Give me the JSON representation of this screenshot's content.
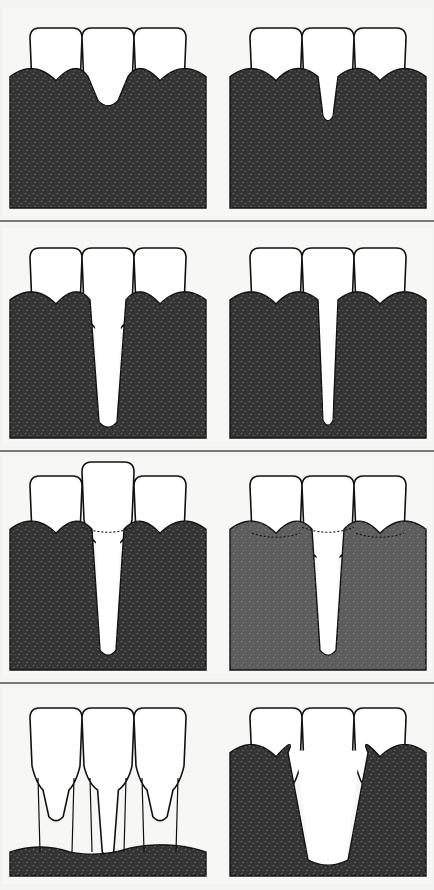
{
  "figure": {
    "panel_count": 4,
    "colors": {
      "page": "#f3f3f1",
      "panel_bg": "#f7f7f5",
      "divider": "#7a7a78",
      "gum_dark": "#333333",
      "gum_medium": "#5c5c5c",
      "gum_speckle": "#9a9a9a",
      "tooth_fill": "#ffffff",
      "outline": "#111111"
    },
    "panels": [
      {
        "row": 1,
        "diagrams": [
          {
            "side": "left",
            "gum": "dark",
            "recession": "shallow"
          },
          {
            "side": "right",
            "gum": "dark",
            "recession": "narrow"
          }
        ]
      },
      {
        "row": 2,
        "diagrams": [
          {
            "side": "left",
            "gum": "dark",
            "recession": "deep"
          },
          {
            "side": "right",
            "gum": "dark",
            "recession": "narrow-deep"
          }
        ]
      },
      {
        "row": 3,
        "diagrams": [
          {
            "side": "left",
            "gum": "dark",
            "recession": "deep-with-margin"
          },
          {
            "side": "right",
            "gum": "medium",
            "recession": "deep-with-margin"
          }
        ]
      },
      {
        "row": 4,
        "diagrams": [
          {
            "side": "left",
            "gum": "dark",
            "recession": "generalized"
          },
          {
            "side": "right",
            "gum": "dark",
            "recession": "wide"
          }
        ]
      }
    ]
  }
}
